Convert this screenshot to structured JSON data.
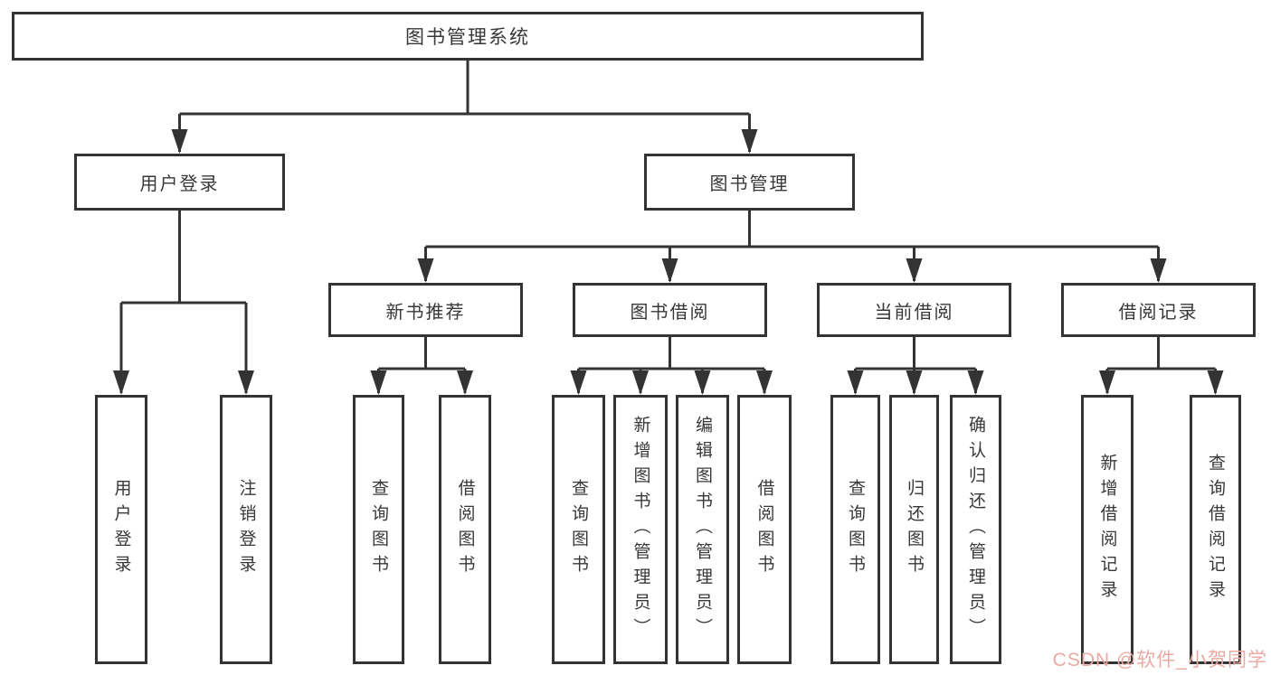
{
  "diagram": {
    "title": "图书管理系统",
    "nodes": {
      "root": {
        "label": "图书管理系统"
      },
      "level2": [
        {
          "label": "用户登录"
        },
        {
          "label": "图书管理"
        }
      ],
      "level3": [
        {
          "label": "新书推荐",
          "parent": "图书管理"
        },
        {
          "label": "图书借阅",
          "parent": "图书管理"
        },
        {
          "label": "当前借阅",
          "parent": "图书管理"
        },
        {
          "label": "借阅记录",
          "parent": "图书管理"
        }
      ],
      "leaves": [
        {
          "label": "用户登录",
          "parent": "用户登录"
        },
        {
          "label": "注销登录",
          "parent": "用户登录"
        },
        {
          "label": "查询图书",
          "parent": "新书推荐"
        },
        {
          "label": "借阅图书",
          "parent": "新书推荐"
        },
        {
          "label": "查询图书",
          "parent": "图书借阅"
        },
        {
          "label": "新增图书（管理员）",
          "parent": "图书借阅"
        },
        {
          "label": "编辑图书（管理员）",
          "parent": "图书借阅"
        },
        {
          "label": "借阅图书",
          "parent": "图书借阅"
        },
        {
          "label": "查询图书",
          "parent": "当前借阅"
        },
        {
          "label": "归还图书",
          "parent": "当前借阅"
        },
        {
          "label": "确认归还（管理员）",
          "parent": "当前借阅"
        },
        {
          "label": "新增借阅记录",
          "parent": "借阅记录"
        },
        {
          "label": "查询借阅记录",
          "parent": "借阅记录"
        }
      ]
    },
    "colors": {
      "line": "#333333",
      "box_border": "#333333",
      "text": "#383838",
      "background": "#ffffff",
      "watermark": "#eba9a2"
    }
  },
  "watermark": {
    "text": "CSDN @软件_小贺同学"
  }
}
